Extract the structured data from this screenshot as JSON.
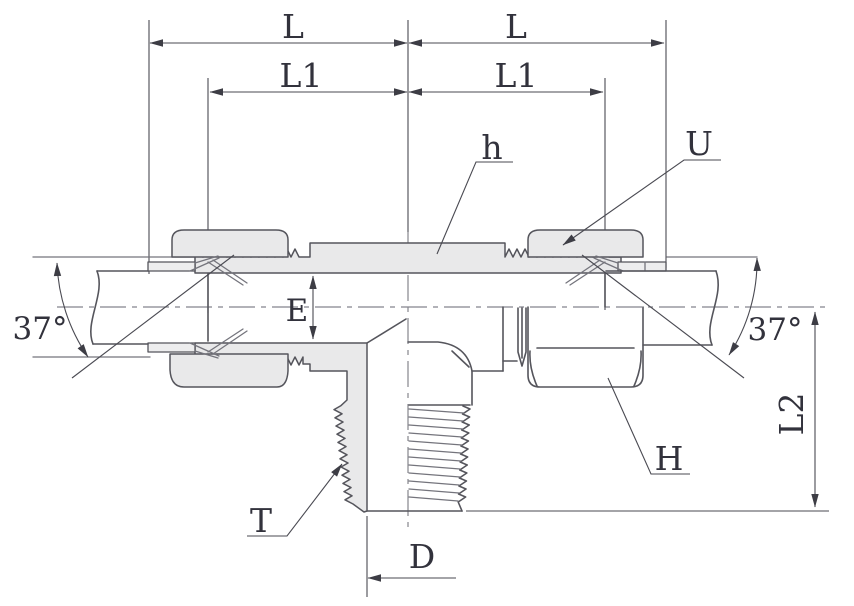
{
  "drawing": {
    "kind": "cross-section technical drawing of a 37-degree flare branch tee tube fitting"
  },
  "dimension_labels": {
    "length_left": "L",
    "length_right": "L",
    "length1_left": "L1",
    "length1_right": "L1",
    "hex_body": "h",
    "nut_thread": "U",
    "bore": "E",
    "flare_angle_left": "37°",
    "flare_angle_right": "37°",
    "taper_thread": "T",
    "thread_diameter": "D",
    "nut": "H",
    "length2": "L2"
  },
  "colors": {
    "background": "#ffffff",
    "outline": "#55555c",
    "dimension_line": "#4a4a52",
    "centerline": "#85858d",
    "section_fill": "#e9e9ea",
    "text": "#32323c"
  }
}
